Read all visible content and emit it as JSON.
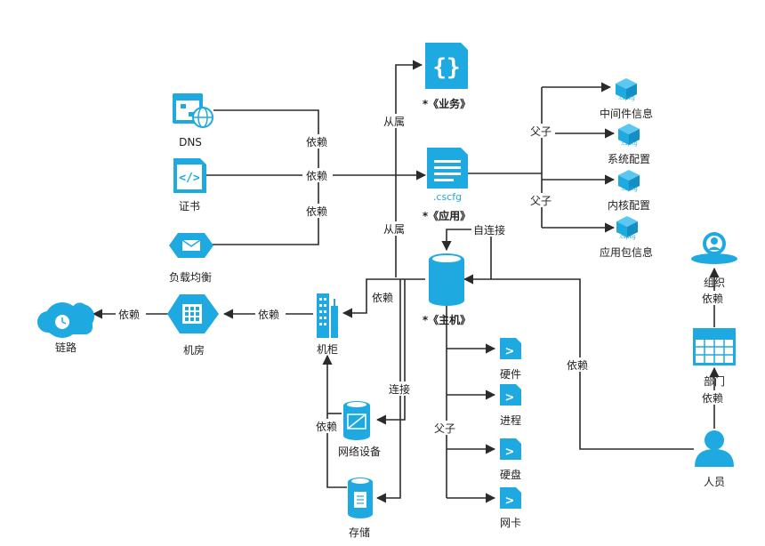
{
  "nodes": {
    "business": "*《业务》",
    "app": "*《应用》",
    "app_file_ext": ".cscfg",
    "host": "*《主机》",
    "dns": "DNS",
    "cert": "证书",
    "lb": "负载均衡",
    "link": "链路",
    "room": "机房",
    "cabinet": "机柜",
    "netdev": "网络设备",
    "storage": "存储",
    "mw": "中间件信息",
    "syscfg": "系统配置",
    "kernel": "内核配置",
    "pkg": "应用包信息",
    "cspkg": ".cspkg",
    "hw": "硬件",
    "proc": "进程",
    "disk": "硬盘",
    "nic": "网卡",
    "org": "组织",
    "dept": "部门",
    "person": "人员"
  },
  "edges": {
    "depends": "依赖",
    "belongs": "从属",
    "parent_child": "父子",
    "self_connect": "自连接",
    "connect": "连接"
  },
  "colors": {
    "accent": "#1fa9e1",
    "line": "#2b2b2b"
  }
}
